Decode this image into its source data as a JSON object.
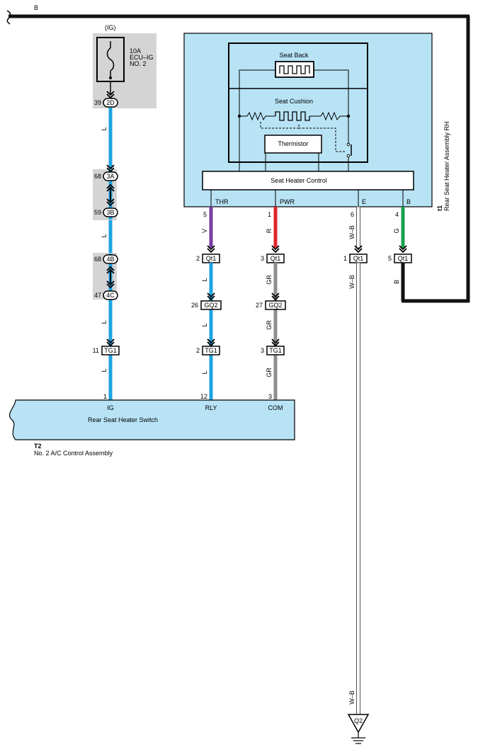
{
  "top_wire_color": "B",
  "fuse": {
    "supply": "(IG)",
    "rating": "10A",
    "name_line1": "ECU–IG",
    "name_line2": "NO. 2",
    "out_pin": "39",
    "out_conn": "2D"
  },
  "left_wire_color": "L",
  "junctions": [
    {
      "pin": "68",
      "conn": "3A"
    },
    {
      "pin": "59",
      "conn": "3B"
    },
    {
      "pin": "68",
      "conn": "4B"
    },
    {
      "pin": "47",
      "conn": "4C"
    }
  ],
  "left_connector": {
    "pin": "11",
    "conn": "TG1"
  },
  "heater": {
    "seat_back": "Seat Back",
    "seat_cushion": "Seat Cushion",
    "thermistor": "Thermistor",
    "control": "Seat Heater Control",
    "code": "t1",
    "name": "Rear Seat Heater Assembly RH",
    "terminals": [
      {
        "label": "THR",
        "pin": "5",
        "wire": "V",
        "color": "#7b3fa0"
      },
      {
        "label": "PWR",
        "pin": "1",
        "wire": "R",
        "color": "#e0242b"
      },
      {
        "label": "E",
        "pin": "6",
        "wire": "W–B",
        "color": "#ffffff"
      },
      {
        "label": "B",
        "pin": "4",
        "wire": "G",
        "color": "#1aa150"
      }
    ]
  },
  "qt1": [
    {
      "pin": "2",
      "conn": "Qt1",
      "wire_below": "L"
    },
    {
      "pin": "3",
      "conn": "Qt1",
      "wire_below": "GR"
    },
    {
      "pin": "1",
      "conn": "Qt1",
      "wire_below": "W–B"
    },
    {
      "pin": "5",
      "conn": "Qt1",
      "wire_below": "B"
    }
  ],
  "gq2": [
    {
      "pin": "26",
      "conn": "GQ2",
      "wire_below": "L"
    },
    {
      "pin": "27",
      "conn": "GQ2",
      "wire_below": "GR"
    }
  ],
  "tg1": [
    {
      "pin": "2",
      "conn": "TG1",
      "wire_below": "L"
    },
    {
      "pin": "3",
      "conn": "TG1",
      "wire_below": "GR"
    }
  ],
  "switch": {
    "name": "Rear Seat Heater Switch",
    "code": "T2",
    "assembly": "No. 2 A/C Control Assembly",
    "terminals": [
      {
        "pin": "1",
        "label": "IG"
      },
      {
        "pin": "12",
        "label": "RLY"
      },
      {
        "pin": "3",
        "label": "COM"
      }
    ]
  },
  "ground": {
    "wire": "W–B",
    "code": "Q2"
  },
  "colors": {
    "L": "#1fa3e0",
    "GR": "#8e8e8e",
    "V": "#7b3fa0",
    "R": "#e0242b",
    "G": "#1aa150",
    "B": "#111111",
    "panel": "#b8e3f5",
    "gray_box": "#d4d4d4"
  }
}
